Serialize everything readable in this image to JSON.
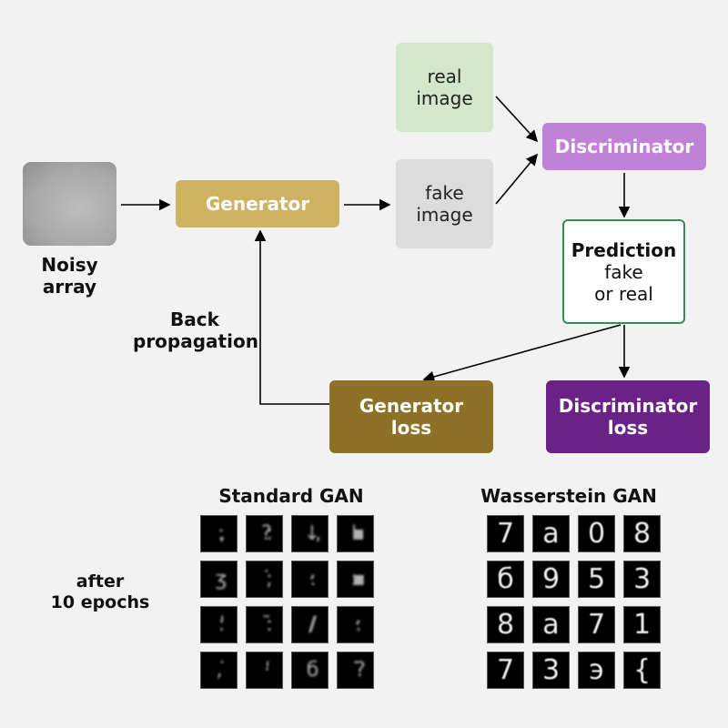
{
  "diagram": {
    "noise_label": [
      "Noisy",
      "array"
    ],
    "generator": {
      "label": "Generator",
      "color": "#cdb262"
    },
    "real_image": {
      "label": [
        "real",
        "image"
      ],
      "color": "#d3e8cb"
    },
    "fake_image": {
      "label": [
        "fake",
        "image"
      ],
      "color": "#dcdcdc"
    },
    "discriminator": {
      "label": "Discriminator",
      "color": "#bf82d6"
    },
    "prediction": {
      "title": "Prediction",
      "label": [
        "fake",
        "or real"
      ],
      "border_color": "#3a8a55"
    },
    "back_propagation": [
      "Back",
      "propagation"
    ],
    "generator_loss": {
      "label": [
        "Generator",
        "loss"
      ],
      "color": "#8c7126"
    },
    "discriminator_loss": {
      "label": [
        "Discriminator",
        "loss"
      ],
      "color": "#6a2287"
    }
  },
  "samples": {
    "row_label": [
      "after",
      "10 epochs"
    ],
    "standard": {
      "title": "Standard GAN",
      "glyphs": [
        ":,",
        "?:",
        "↓,",
        "'▪",
        "ʒ:",
        "˙;",
        "·:",
        ":▪",
        ":'",
        "ˉ:",
        "∕/",
        "·:",
        ",˙",
        "·'",
        "б",
        "˙?"
      ]
    },
    "wasserstein": {
      "title": "Wasserstein GAN",
      "glyphs": [
        "7",
        "a",
        "0",
        "8",
        "б",
        "9",
        "5",
        "3",
        "8",
        "a",
        "7",
        "1",
        "7",
        "3",
        "э",
        "{"
      ]
    }
  }
}
